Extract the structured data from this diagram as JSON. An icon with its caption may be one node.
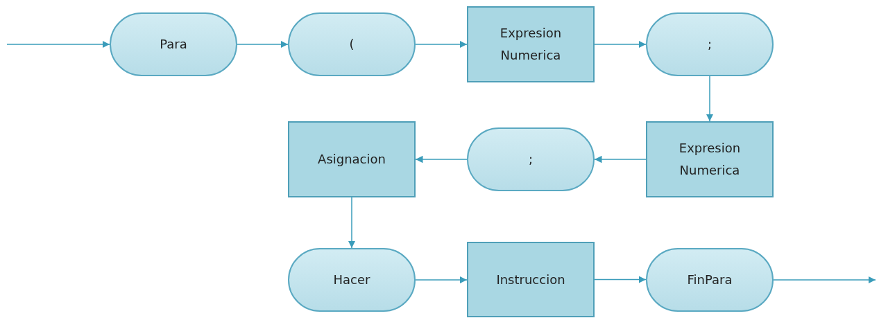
{
  "diagram": {
    "nodes": [
      {
        "text": [
          "Para"
        ]
      },
      {
        "text": [
          "("
        ]
      },
      {
        "text": [
          "Expresion Numerica"
        ]
      },
      {
        "text": [
          ";"
        ]
      },
      {
        "text": [
          "Asignacion"
        ]
      },
      {
        "text": [
          ";"
        ]
      },
      {
        "text": [
          "Expresion Numerica"
        ]
      },
      {
        "text": [
          "Hacer"
        ]
      },
      {
        "text": [
          "Instruccion"
        ]
      },
      {
        "text": [
          "FinPara"
        ]
      }
    ],
    "edges": [
      {
        "from": null,
        "to": 0,
        "arrow": "to"
      },
      {
        "from": 0,
        "to": 1,
        "arrow": "to"
      },
      {
        "from": 1,
        "to": 2,
        "arrow": "to"
      },
      {
        "from": 2,
        "to": 3,
        "arrow": "to"
      },
      {
        "from": 3,
        "to": 6,
        "arrow": "to"
      },
      {
        "from": 6,
        "to": 5,
        "arrow": "to"
      },
      {
        "from": 5,
        "to": 4,
        "arrow": "to"
      },
      {
        "from": 4,
        "to": 7,
        "arrow": "to"
      },
      {
        "from": 7,
        "to": 8,
        "arrow": "to"
      },
      {
        "from": 8,
        "to": 9,
        "arrow": "to"
      },
      {
        "from": 9,
        "to": null,
        "arrow": "to"
      }
    ]
  }
}
